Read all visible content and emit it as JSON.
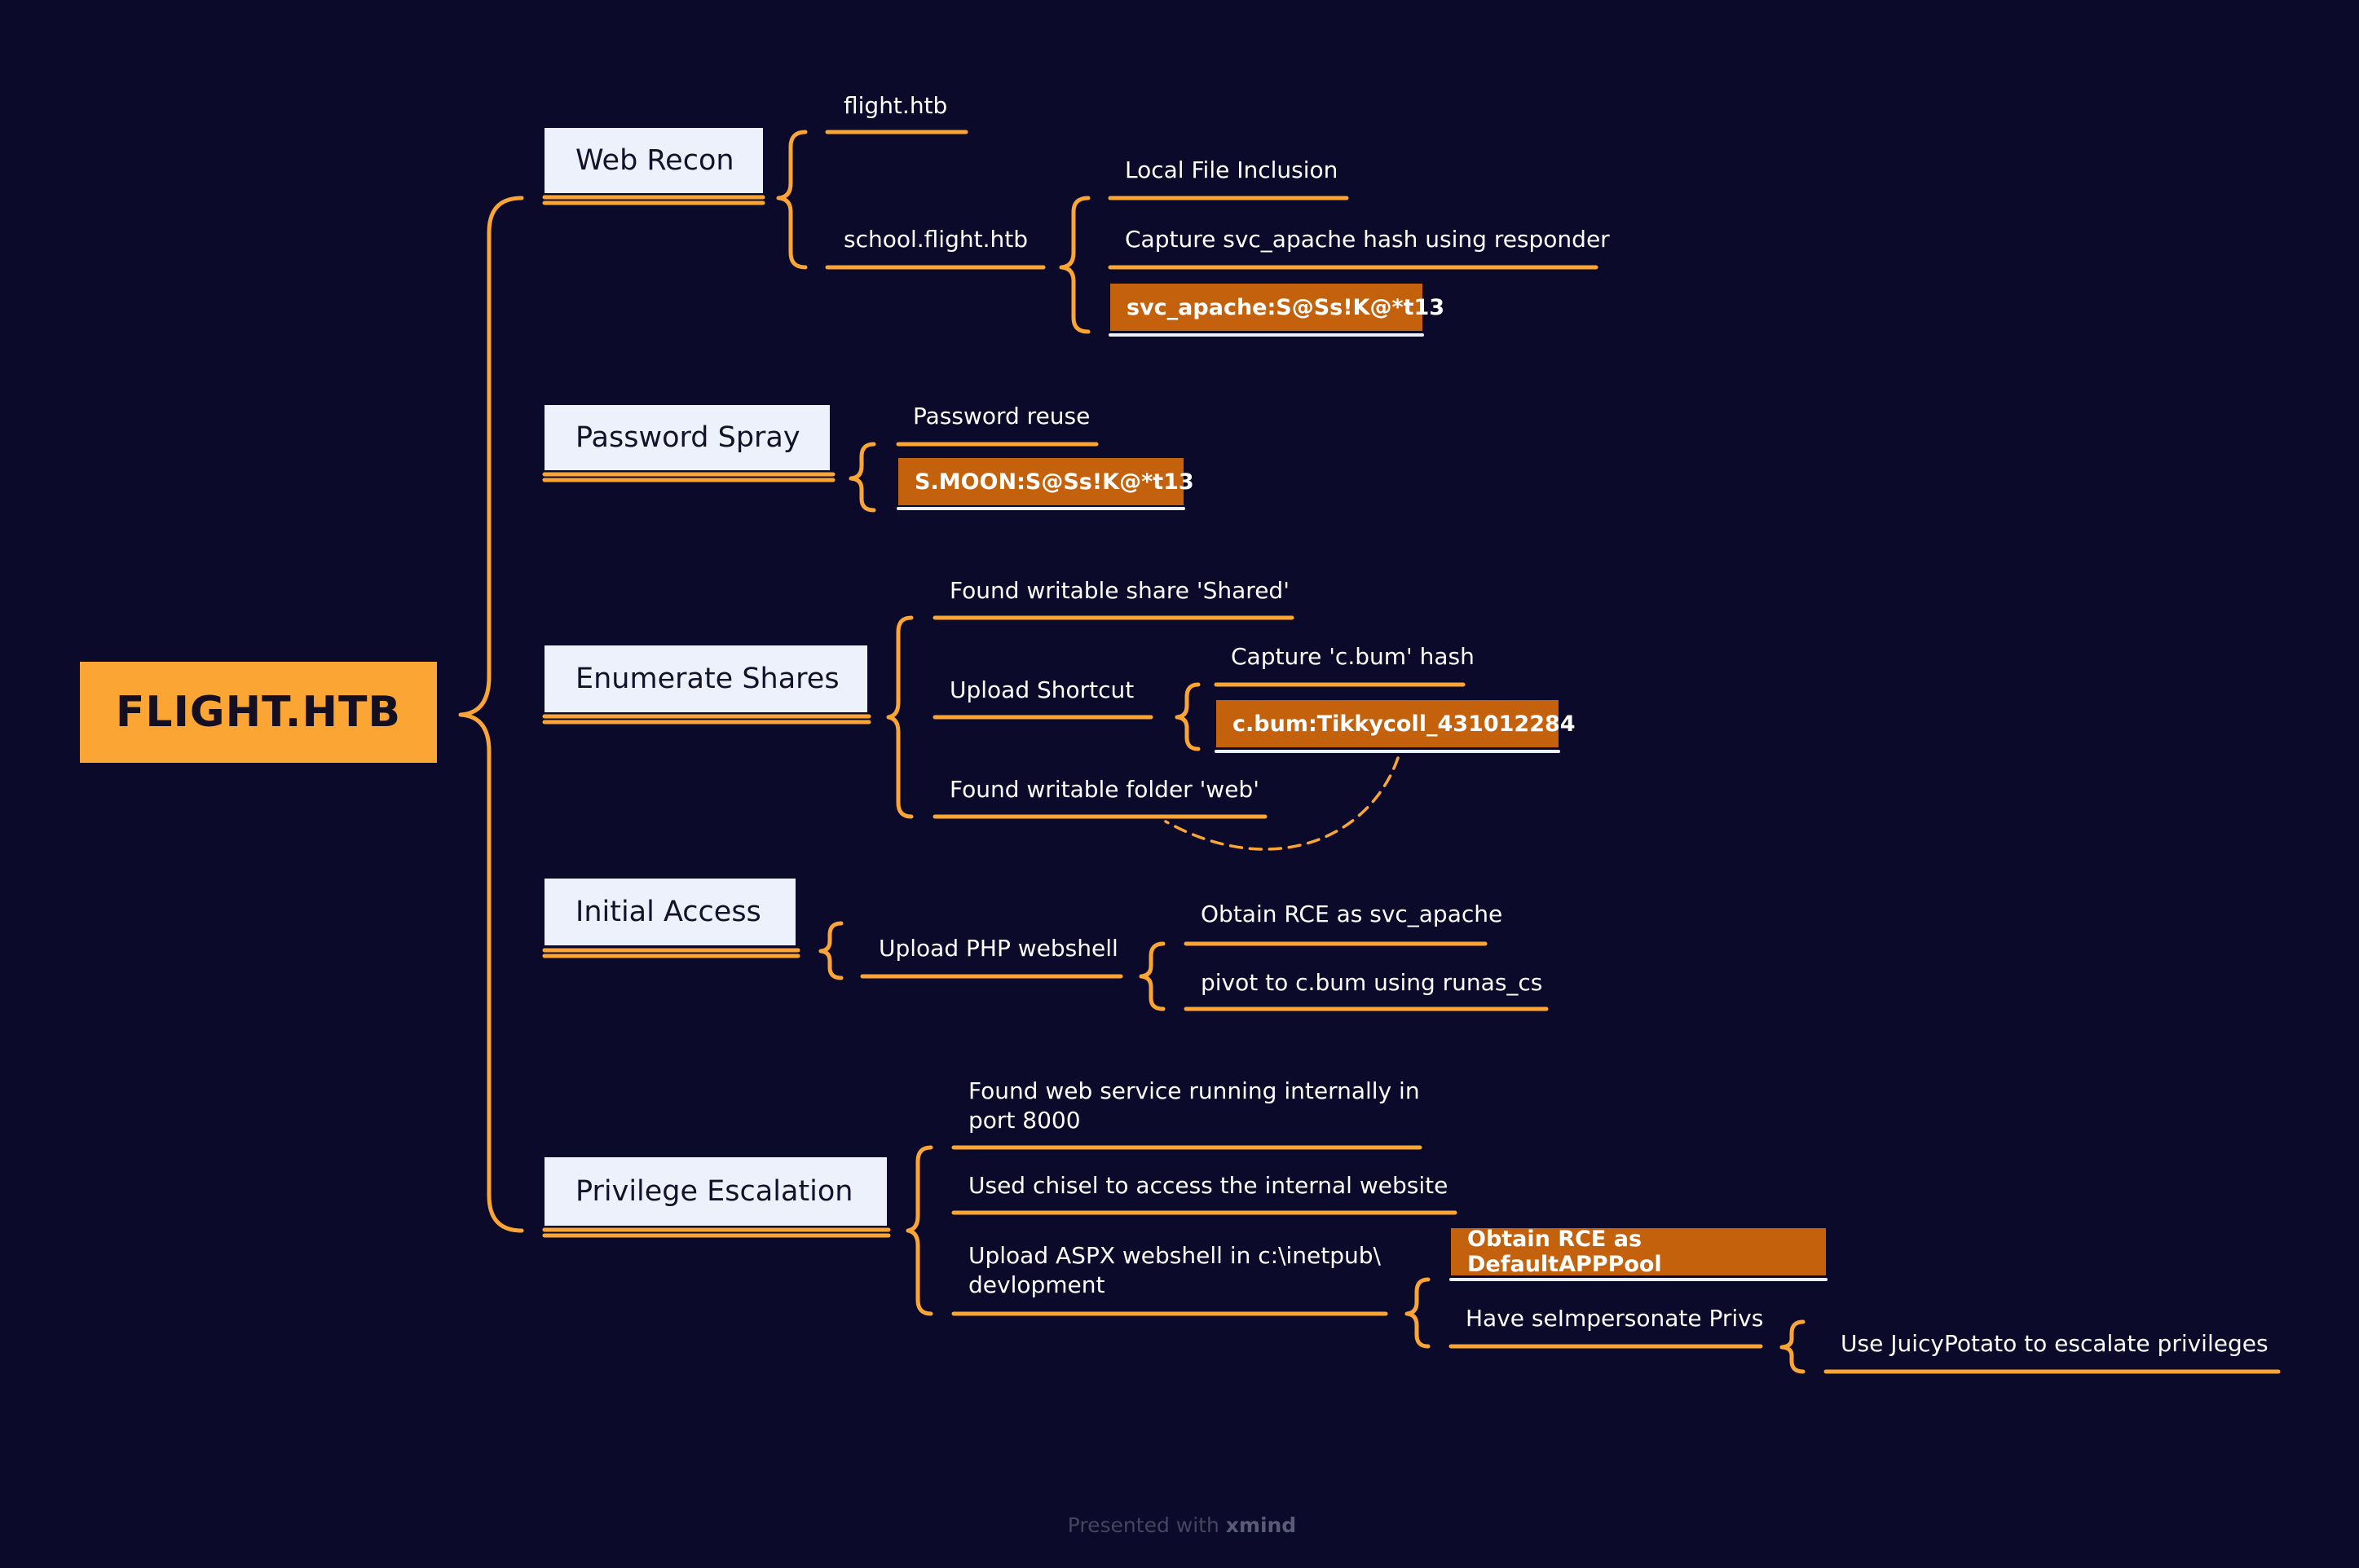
{
  "root": {
    "title": "FLIGHT.HTB"
  },
  "branches": {
    "web_recon": {
      "label": "Web Recon",
      "children": {
        "flight_htb": "flight.htb",
        "school_flight_htb": "school.flight.htb",
        "lfi": "Local File Inclusion",
        "capture_hash": "Capture svc_apache hash using responder",
        "credential": "svc_apache:S@Ss!K@*t13"
      }
    },
    "password_spray": {
      "label": "Password Spray",
      "children": {
        "reuse": "Password reuse",
        "credential": "S.MOON:S@Ss!K@*t13"
      }
    },
    "enumerate_shares": {
      "label": "Enumerate Shares",
      "children": {
        "writable_share": "Found writable share 'Shared'",
        "upload_shortcut": "Upload Shortcut",
        "capture_cbum": "Capture 'c.bum' hash",
        "credential": "c.bum:Tikkycoll_431012284",
        "writable_folder": "Found writable folder 'web'"
      }
    },
    "initial_access": {
      "label": "Initial Access",
      "children": {
        "php_webshell": "Upload PHP webshell",
        "rce": "Obtain RCE as svc_apache",
        "pivot": "pivot to c.bum using runas_cs"
      }
    },
    "privilege_escalation": {
      "label": "Privilege Escalation",
      "children": {
        "web_service_line1": "Found web service running internally in",
        "web_service_line2": "port 8000",
        "chisel": "Used chisel to access the internal website",
        "aspx_line1": "Upload ASPX webshell in c:\\inetpub\\",
        "aspx_line2": "devlopment",
        "rce_apppool": "Obtain RCE as DefaultAPPPool",
        "impersonate": "Have seImpersonate Privs",
        "juicypotato": "Use JuicyPotato to escalate privileges"
      }
    }
  },
  "footer": {
    "prefix": "Presented with",
    "brand": "xmind"
  },
  "colors": {
    "background": "#0c0a2b",
    "accent": "#fba534",
    "highlight": "#c4610c",
    "topic_fill": "#edf1fb",
    "text": "#ffffff"
  }
}
